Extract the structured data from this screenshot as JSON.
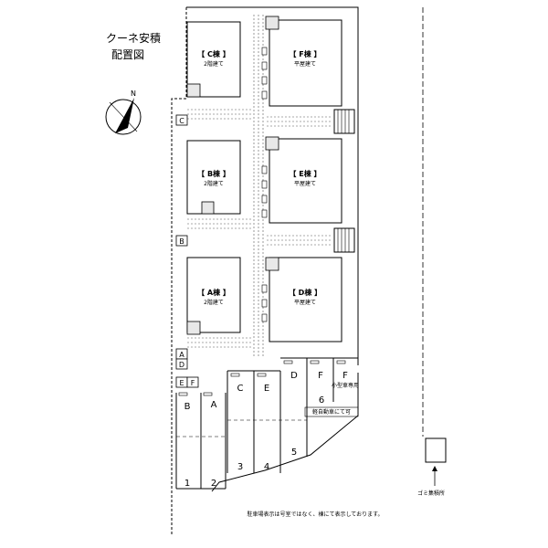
{
  "title": {
    "line1": "クーネ安積",
    "line2": "配置図"
  },
  "compass": {
    "north_label": "N"
  },
  "buildings": [
    {
      "id": "C",
      "name": "【 C棟 】",
      "floors": "2階建て"
    },
    {
      "id": "F",
      "name": "【 F棟 】",
      "floors": "平屋建て"
    },
    {
      "id": "B",
      "name": "【 B棟 】",
      "floors": "2階建て"
    },
    {
      "id": "E",
      "name": "【 E棟 】",
      "floors": "平屋建て"
    },
    {
      "id": "A",
      "name": "【 A棟 】",
      "floors": "2階建て"
    },
    {
      "id": "D",
      "name": "【 D棟 】",
      "floors": "平屋建て"
    }
  ],
  "gate_labels": {
    "c": "C",
    "b": "B",
    "a": "A",
    "d": "D",
    "e": "E",
    "f": "F"
  },
  "parking": {
    "spaces": [
      {
        "letter": "B",
        "number": "1"
      },
      {
        "letter": "A",
        "number": "2"
      },
      {
        "letter": "C",
        "number": "3"
      },
      {
        "letter": "E",
        "number": "4"
      },
      {
        "letter": "D",
        "number": "5"
      },
      {
        "letter": "F",
        "number": "6"
      },
      {
        "letter": "F",
        "number": ""
      }
    ],
    "small_car_note": "小型車専用",
    "space6_note": "軽自動車にて可"
  },
  "garbage": {
    "label": "ゴミ集積所"
  },
  "footer_note": "駐車場表示は号室ではなく、棟にて表示しております。"
}
